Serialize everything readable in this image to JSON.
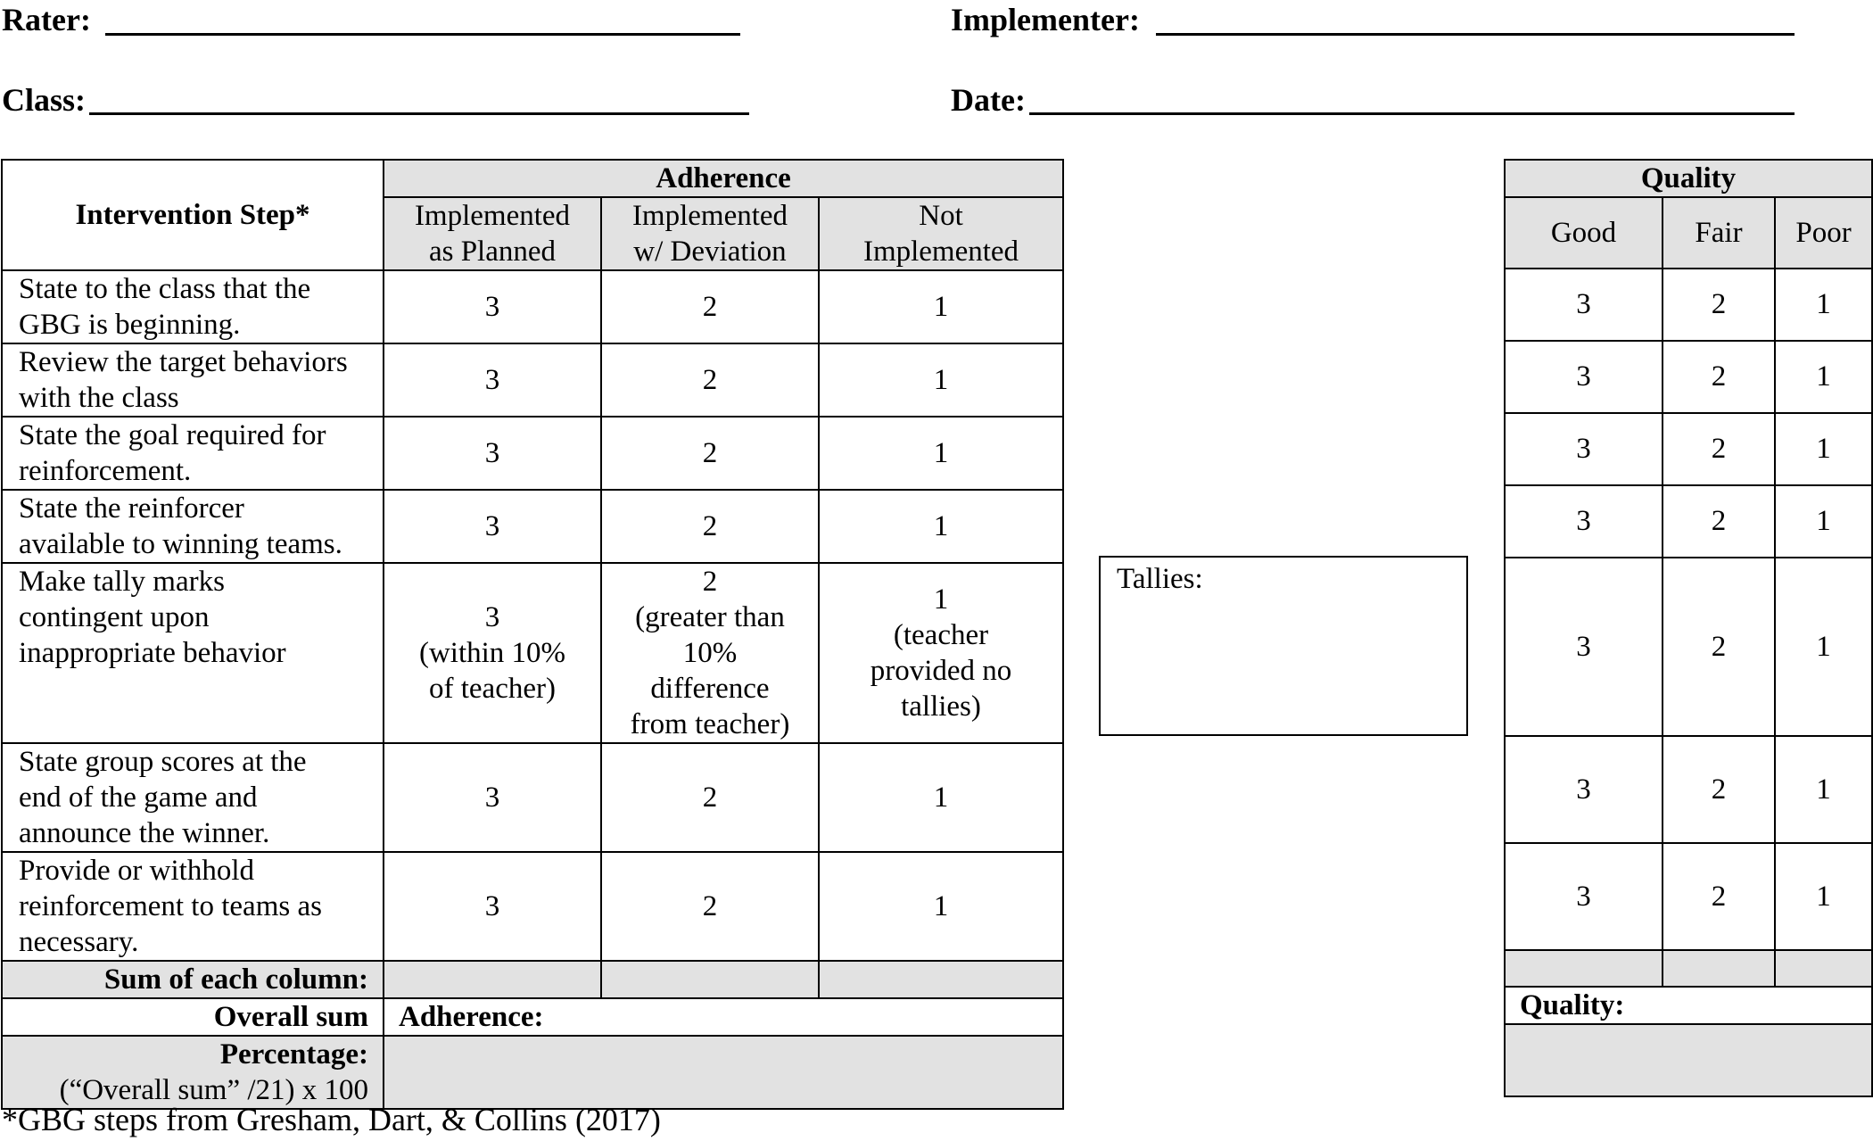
{
  "header": {
    "rater_label": "Rater",
    "implementer_label": "Implementer",
    "class_label": "Class",
    "date_label": "Date"
  },
  "adherence_table": {
    "group_header": "Adherence",
    "step_header": "Intervention Step*",
    "columns": [
      [
        "Implemented",
        "as Planned"
      ],
      [
        "Implemented",
        "w/ Deviation"
      ],
      [
        "Not",
        "Implemented"
      ]
    ],
    "rows": [
      {
        "step": [
          "State to the class that the",
          "GBG is beginning."
        ],
        "values": [
          "3",
          "2",
          "1"
        ]
      },
      {
        "step": [
          "Review the target behaviors",
          "with the class"
        ],
        "values": [
          "3",
          "2",
          "1"
        ]
      },
      {
        "step": [
          "State the goal required for",
          "reinforcement."
        ],
        "values": [
          "3",
          "2",
          "1"
        ]
      },
      {
        "step": [
          "State the reinforcer",
          "available to winning teams."
        ],
        "values": [
          "3",
          "2",
          "1"
        ]
      },
      {
        "step": [
          "Make tally marks",
          "contingent upon",
          "inappropriate behavior"
        ],
        "values_multiline": [
          [
            "3",
            "(within 10%",
            "of teacher)"
          ],
          [
            "2",
            "(greater than",
            "10%",
            "difference",
            "from teacher)"
          ],
          [
            "1",
            "(teacher",
            "provided no",
            "tallies)"
          ]
        ]
      },
      {
        "step": [
          "State group scores at the",
          "end of the game and",
          "announce the winner."
        ],
        "values": [
          "3",
          "2",
          "1"
        ]
      },
      {
        "step": [
          "Provide or withhold",
          "reinforcement to teams as",
          "necessary."
        ],
        "values": [
          "3",
          "2",
          "1"
        ]
      }
    ],
    "sum_label": "Sum of each column:",
    "overall_label": "Overall sum",
    "overall_adherence_label": "Adherence:",
    "percentage_label": "Percentage:",
    "percentage_formula": "(“Overall sum” /21)  x 100"
  },
  "quality_table": {
    "group_header": "Quality",
    "columns": [
      "Good",
      "Fair",
      "Poor"
    ],
    "rows": [
      [
        "3",
        "2",
        "1"
      ],
      [
        "3",
        "2",
        "1"
      ],
      [
        "3",
        "2",
        "1"
      ],
      [
        "3",
        "2",
        "1"
      ],
      [
        "3",
        "2",
        "1"
      ],
      [
        "3",
        "2",
        "1"
      ],
      [
        "3",
        "2",
        "1"
      ]
    ],
    "overall_quality_label": "Quality:"
  },
  "tallies": {
    "label": "Tallies:"
  },
  "footnote": "*GBG steps from Gresham, Dart, & Collins (2017)"
}
